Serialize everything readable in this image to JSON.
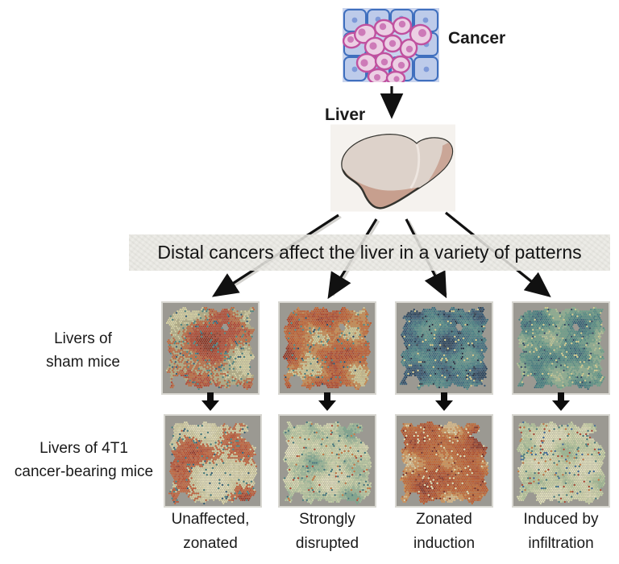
{
  "labels": {
    "cancer": "Cancer",
    "liver": "Liver",
    "banner": "Distal cancers affect the liver in a variety of patterns"
  },
  "rows": [
    {
      "name": "sham",
      "line1": "Livers of",
      "line2": "sham mice"
    },
    {
      "name": "4t1",
      "line1": "Livers of 4T1",
      "line2": "cancer-bearing mice"
    }
  ],
  "columns": [
    {
      "line1": "Unaffected,",
      "line2": "zonated"
    },
    {
      "line1": "Strongly",
      "line2": "disrupted"
    },
    {
      "line1": "Zonated",
      "line2": "induction"
    },
    {
      "line1": "Induced by",
      "line2": "infiltration"
    }
  ],
  "colors": {
    "arrow": "#111111",
    "arrow_shadow": "#c9c7c2",
    "banner_bg": "#e9e8e3",
    "panel_bg": "#9b9992",
    "panel_border": "#d8d7d1",
    "text": "#1a1a1a",
    "cancer_cell_fill": "#eccfe4",
    "cancer_cell_stroke": "#c0519f",
    "tissue_grid_fill": "#bdcbea",
    "tissue_grid_stroke": "#3f6fbe",
    "liver_light": "#ddd2ca",
    "liver_dark": "#c79f8e",
    "liver_outline": "#33332e"
  },
  "tissue_panels": [
    {
      "row": "sham",
      "column": 1,
      "appearance": "zonated red patches on cream with teal specks",
      "seed": 7,
      "noise": 0.075,
      "stops": [
        "#8e2e1c",
        "#b23f26",
        "#b8432a",
        "#c3683a",
        "#b7b183",
        "#d9d4a2",
        "#ddd8a6"
      ],
      "specks": [
        [
          "#47857f",
          0.055
        ],
        [
          "#2e5a73",
          0.02
        ]
      ]
    },
    {
      "row": "sham",
      "column": 2,
      "appearance": "dense orange-red mottle with sparse teal",
      "seed": 13,
      "noise": 0.11,
      "stops": [
        "#93301d",
        "#b23f23",
        "#c35526",
        "#c9672f",
        "#cf8a4a",
        "#d9cf96",
        "#cfc08a"
      ],
      "specks": [
        [
          "#4a8680",
          0.035
        ],
        [
          "#24425e",
          0.015
        ]
      ]
    },
    {
      "row": "sham",
      "column": 3,
      "appearance": "dark blue-teal with tiny yellow specks",
      "seed": 21,
      "noise": 0.13,
      "stops": [
        "#1e3b58",
        "#2a5070",
        "#356a7e",
        "#3f7d84",
        "#4f8f8b",
        "#63988f"
      ],
      "specks": [
        [
          "#d8cf8a",
          0.03
        ],
        [
          "#16293f",
          0.05
        ]
      ]
    },
    {
      "row": "sham",
      "column": 4,
      "appearance": "teal-green with yellow-green specks",
      "seed": 29,
      "noise": 0.12,
      "stops": [
        "#2f6076",
        "#3c7b7e",
        "#4f8d84",
        "#68a089",
        "#8bb291",
        "#b2c598"
      ],
      "specks": [
        [
          "#d3d38f",
          0.06
        ],
        [
          "#24455f",
          0.03
        ]
      ]
    },
    {
      "row": "4t1",
      "column": 1,
      "appearance": "cream with strong red zonated patches",
      "seed": 37,
      "noise": 0.08,
      "stops": [
        "#9c3320",
        "#bf4a28",
        "#c96136",
        "#d8d2a2",
        "#e3ddb0",
        "#e9e4bc",
        "#e9e4bc"
      ],
      "specks": [
        [
          "#417f7e",
          0.04
        ],
        [
          "#2e5a73",
          0.015
        ]
      ]
    },
    {
      "row": "4t1",
      "column": 2,
      "appearance": "pale green-cream, scattered orange and teal",
      "seed": 43,
      "noise": 0.12,
      "stops": [
        "#79aa8f",
        "#9cbd9a",
        "#bccfa4",
        "#d3dcae",
        "#e2e2b8",
        "#e9e6c2"
      ],
      "specks": [
        [
          "#cd7a3c",
          0.03
        ],
        [
          "#3f7a7e",
          0.035
        ],
        [
          "#b5452a",
          0.012
        ]
      ]
    },
    {
      "row": "4t1",
      "column": 3,
      "appearance": "strong orange-red induction with cream flecks",
      "seed": 51,
      "noise": 0.1,
      "stops": [
        "#8f2d1a",
        "#b4441f",
        "#c25524",
        "#c9662c",
        "#d8924f",
        "#e3c089"
      ],
      "specks": [
        [
          "#ecdfae",
          0.05
        ],
        [
          "#7c2414",
          0.03
        ]
      ]
    },
    {
      "row": "4t1",
      "column": 4,
      "appearance": "pale green-cream with red, blue and teal infiltrate specks",
      "seed": 59,
      "noise": 0.13,
      "stops": [
        "#9fbd94",
        "#b8cc9e",
        "#cdd8a9",
        "#dcdfb2",
        "#e8e6c0",
        "#e8e6c0"
      ],
      "specks": [
        [
          "#b4432a",
          0.022
        ],
        [
          "#3a6b9e",
          0.018
        ],
        [
          "#45807f",
          0.03
        ],
        [
          "#cd7a3c",
          0.02
        ]
      ]
    }
  ]
}
